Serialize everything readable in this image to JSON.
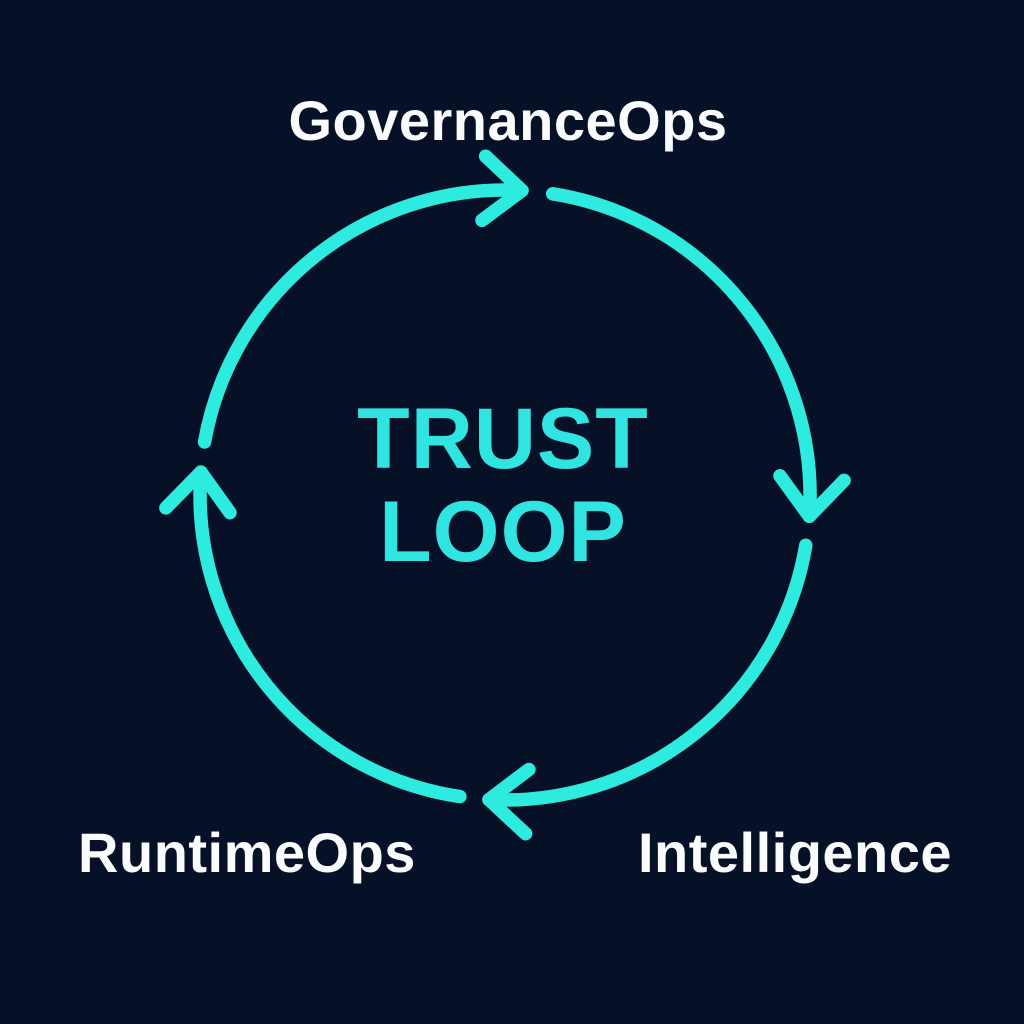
{
  "diagram": {
    "type": "cycle",
    "flow_direction": "clockwise",
    "title": {
      "line1": "TRUST",
      "line2": "LOOP"
    },
    "nodes": [
      {
        "label": "GovernanceOps",
        "position": "top"
      },
      {
        "label": "Intelligence",
        "position": "bottom-right"
      },
      {
        "label": "RuntimeOps",
        "position": "bottom-left"
      }
    ],
    "arrows": [
      {
        "name": "top-arrow",
        "direction": "right"
      },
      {
        "name": "right-arrow",
        "direction": "down"
      },
      {
        "name": "bottom-arrow",
        "direction": "left"
      },
      {
        "name": "left-arrow",
        "direction": "up"
      }
    ],
    "colors": {
      "background": "#061027",
      "ring": "#2EEBDF",
      "title": "#30E4E2",
      "label": "#FAFBFD"
    }
  }
}
